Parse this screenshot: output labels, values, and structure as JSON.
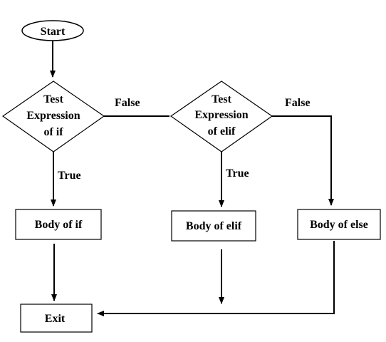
{
  "flowchart": {
    "start": "Start",
    "decision_if": {
      "line1": "Test",
      "line2": "Expression",
      "line3": "of if"
    },
    "decision_elif": {
      "line1": "Test",
      "line2": "Expression",
      "line3": "of elif"
    },
    "label_false_1": "False",
    "label_false_2": "False",
    "label_true_1": "True",
    "label_true_2": "True",
    "body_if": "Body of if",
    "body_elif": "Body of elif",
    "body_else": "Body of else",
    "exit": "Exit"
  }
}
